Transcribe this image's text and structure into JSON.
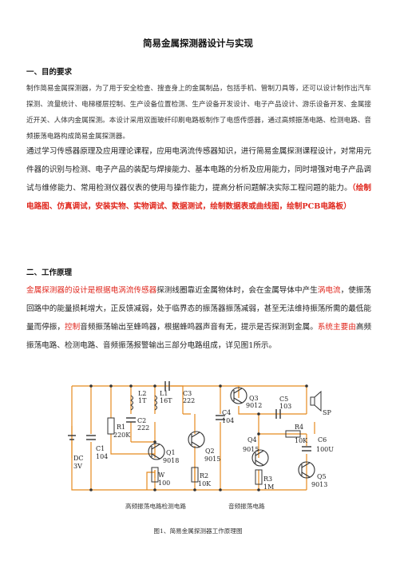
{
  "doc": {
    "title": "简易金属探测器设计与实现",
    "sections": [
      {
        "heading": "一、目的要求"
      },
      {
        "heading": "二、工作原理"
      }
    ],
    "p1": "制作简易金属探测器，为了用于安全检查、搜查身上的金属制品，包括手机、管制刀具等，还可以设计制作出汽车探测、流量统计、电梯楼层控制、生产设备位置检测、生产设备开发设计、电子产品设计、游乐设备开发、金属接近开关、人体内金属探测。本设计采用双面玻纤印刷电路板制作了电感传感器，通过高频振荡电路、检测电路、音频振荡电路构成简易金属探测器。",
    "p2_main": "通过学习传感器原理及应用理论课程，应用电涡流传感器知识，进行简易金属探测课程设计，对常用元件器的识别与检测、电子产品的装配与焊接能力、基本电路的分析及应用能力，同时增强对电子产品调试与维修能力、常用检测仪器仪表的使用与操作能力，提高分析问题解决实际工程问题的能力。",
    "p2_red": "（绘制电路图、仿真调试，安装实物、实物调试、数据测试，绘制数据表或曲线图，绘制PCB电路板）",
    "p3_parts": [
      {
        "text": "金属探测器的设计是根据电涡流传感器",
        "red": true
      },
      {
        "text": "探测线圈靠近金属物体时，会在金属导体中产生",
        "red": false
      },
      {
        "text": "涡电流",
        "red": true
      },
      {
        "text": "，使振荡回路中的能量损耗增大，正反馈减弱，处于临界态的振荡器振荡减弱，甚至无法维持振荡所需的最低能量而停振，",
        "red": false
      },
      {
        "text": "控制",
        "red": true
      },
      {
        "text": "音频振荡输出至蜂鸣器，根据蜂鸣器声音有无，提示是否探测到金属。",
        "red": false
      },
      {
        "text": "系统主要由",
        "red": true
      },
      {
        "text": "高频振荡电路、检测电路、音频振荡报警输出三部分电路组成，详见图1所示。",
        "red": false
      }
    ],
    "caption_left": "高频振荡电路检测电路",
    "caption_right": "音频振荡电路",
    "figure_caption": "图1、简易金属探测器工作原理图"
  },
  "circuit_labels": {
    "L2": "L2",
    "L2v": "1T",
    "L1": "L1",
    "L1v": "16T",
    "C3": "C3",
    "C3v": "222",
    "C2": "C2",
    "C2v": "222",
    "R1": "R1",
    "R1v": "220K",
    "C1": "C1",
    "C1v": "104",
    "DC": "DC",
    "DCv": "3V",
    "Q1": "Q1",
    "Q1v": "9018",
    "W": "W",
    "Wv": "100",
    "Q3": "Q3",
    "Q3v": "9012",
    "C4": "C4",
    "C4v": "104",
    "Q2": "Q2",
    "Q2v": "9015",
    "R2": "R2",
    "R2v": "10K",
    "C5": "C5",
    "C5v": "103",
    "SP": "SP",
    "R4": "R4",
    "R4v": "10K",
    "C6": "C6",
    "C6v": "100U",
    "Q4": "Q4",
    "Q4v": "9015",
    "R3": "R3",
    "R3v": "1M",
    "Q5": "Q5",
    "Q5v": "9013"
  },
  "colors": {
    "wire": "#e58a1f",
    "frame": "#e58a1f",
    "highlight": "#e0261c",
    "text": "#222222"
  }
}
